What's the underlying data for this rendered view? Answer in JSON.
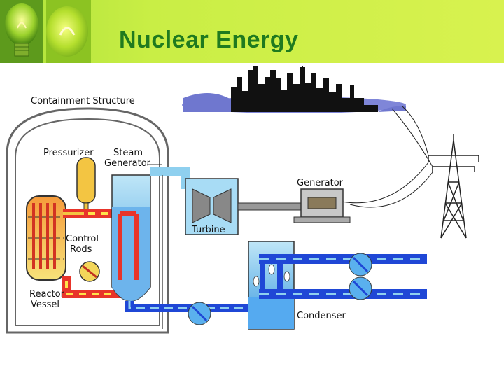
{
  "slide": {
    "title": "Nuclear Energy"
  },
  "diagram": {
    "labels": {
      "containment": "Containment Structure",
      "pressurizer": "Pressurizer",
      "steam_generator_1": "Steam",
      "steam_generator_2": "Generator",
      "generator": "Generator",
      "turbine": "Turbine",
      "control_rods_1": "Control",
      "control_rods_2": "Rods",
      "reactor_vessel_1": "Reactor",
      "reactor_vessel_2": "Vessel",
      "condenser": "Condenser"
    },
    "colors": {
      "header": "#c9ee45",
      "title": "#1f7a1f",
      "hot_loop": "#e8342a",
      "steam": "#8fd0ef",
      "cool_loop": "#1f47d6",
      "pressurizer": "#f3c542",
      "reactor_core": "#f7e27a"
    }
  }
}
